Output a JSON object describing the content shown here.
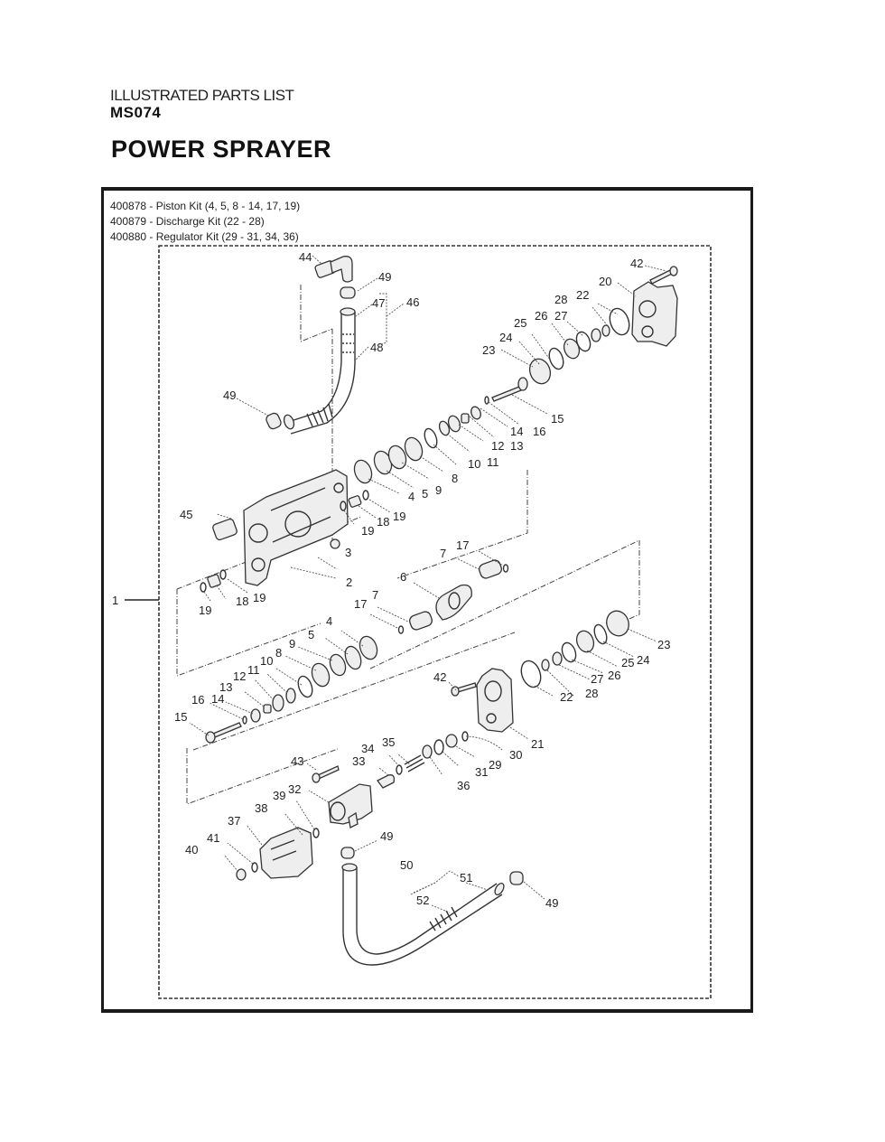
{
  "header": {
    "subtitle": "ILLUSTRATED PARTS LIST",
    "model": "MS074",
    "title": "POWER SPRAYER"
  },
  "kits": [
    {
      "text": "400878 - Piston Kit (4, 5, 8 - 14, 17, 19)"
    },
    {
      "text": "400879 - Discharge Kit  (22 - 28)"
    },
    {
      "text": "400880 - Regulator Kit (29 - 31, 34, 36)"
    }
  ],
  "assembly_label": "1",
  "callouts": [
    {
      "id": "44",
      "text": "44"
    },
    {
      "id": "49a",
      "text": "49"
    },
    {
      "id": "47",
      "text": "47"
    },
    {
      "id": "46",
      "text": "46"
    },
    {
      "id": "48",
      "text": "48"
    },
    {
      "id": "49b",
      "text": "49"
    },
    {
      "id": "42a",
      "text": "42"
    },
    {
      "id": "20",
      "text": "20"
    },
    {
      "id": "28a",
      "text": "28"
    },
    {
      "id": "22a",
      "text": "22"
    },
    {
      "id": "26a",
      "text": "26"
    },
    {
      "id": "27a",
      "text": "27"
    },
    {
      "id": "25a",
      "text": "25"
    },
    {
      "id": "24a",
      "text": "24"
    },
    {
      "id": "23a",
      "text": "23"
    },
    {
      "id": "15a",
      "text": "15"
    },
    {
      "id": "14a",
      "text": "14"
    },
    {
      "id": "16a",
      "text": "16"
    },
    {
      "id": "12a",
      "text": "12"
    },
    {
      "id": "13a",
      "text": "13"
    },
    {
      "id": "10a",
      "text": "10"
    },
    {
      "id": "11a",
      "text": "11"
    },
    {
      "id": "8a",
      "text": "8"
    },
    {
      "id": "9a",
      "text": "9"
    },
    {
      "id": "4a",
      "text": "4"
    },
    {
      "id": "5a",
      "text": "5"
    },
    {
      "id": "45",
      "text": "45"
    },
    {
      "id": "19a",
      "text": "19"
    },
    {
      "id": "18a",
      "text": "18"
    },
    {
      "id": "19b",
      "text": "19"
    },
    {
      "id": "3",
      "text": "3"
    },
    {
      "id": "2",
      "text": "2"
    },
    {
      "id": "19c",
      "text": "19"
    },
    {
      "id": "18b",
      "text": "18"
    },
    {
      "id": "19d",
      "text": "19"
    },
    {
      "id": "17a",
      "text": "17"
    },
    {
      "id": "7a",
      "text": "7"
    },
    {
      "id": "6",
      "text": "6"
    },
    {
      "id": "7b",
      "text": "7"
    },
    {
      "id": "17b",
      "text": "17"
    },
    {
      "id": "4b",
      "text": "4"
    },
    {
      "id": "5b",
      "text": "5"
    },
    {
      "id": "9b",
      "text": "9"
    },
    {
      "id": "8b",
      "text": "8"
    },
    {
      "id": "10b",
      "text": "10"
    },
    {
      "id": "11b",
      "text": "11"
    },
    {
      "id": "12b",
      "text": "12"
    },
    {
      "id": "13b",
      "text": "13"
    },
    {
      "id": "14b",
      "text": "14"
    },
    {
      "id": "16b",
      "text": "16"
    },
    {
      "id": "15b",
      "text": "15"
    },
    {
      "id": "23b",
      "text": "23"
    },
    {
      "id": "24b",
      "text": "24"
    },
    {
      "id": "25b",
      "text": "25"
    },
    {
      "id": "26b",
      "text": "26"
    },
    {
      "id": "27b",
      "text": "27"
    },
    {
      "id": "28b",
      "text": "28"
    },
    {
      "id": "22b",
      "text": "22"
    },
    {
      "id": "42b",
      "text": "42"
    },
    {
      "id": "21",
      "text": "21"
    },
    {
      "id": "30",
      "text": "30"
    },
    {
      "id": "29",
      "text": "29"
    },
    {
      "id": "31",
      "text": "31"
    },
    {
      "id": "36",
      "text": "36"
    },
    {
      "id": "35",
      "text": "35"
    },
    {
      "id": "34",
      "text": "34"
    },
    {
      "id": "33",
      "text": "33"
    },
    {
      "id": "43",
      "text": "43"
    },
    {
      "id": "32",
      "text": "32"
    },
    {
      "id": "39",
      "text": "39"
    },
    {
      "id": "38",
      "text": "38"
    },
    {
      "id": "37",
      "text": "37"
    },
    {
      "id": "41",
      "text": "41"
    },
    {
      "id": "40",
      "text": "40"
    },
    {
      "id": "49c",
      "text": "49"
    },
    {
      "id": "50",
      "text": "50"
    },
    {
      "id": "51",
      "text": "51"
    },
    {
      "id": "52",
      "text": "52"
    },
    {
      "id": "49d",
      "text": "49"
    }
  ]
}
